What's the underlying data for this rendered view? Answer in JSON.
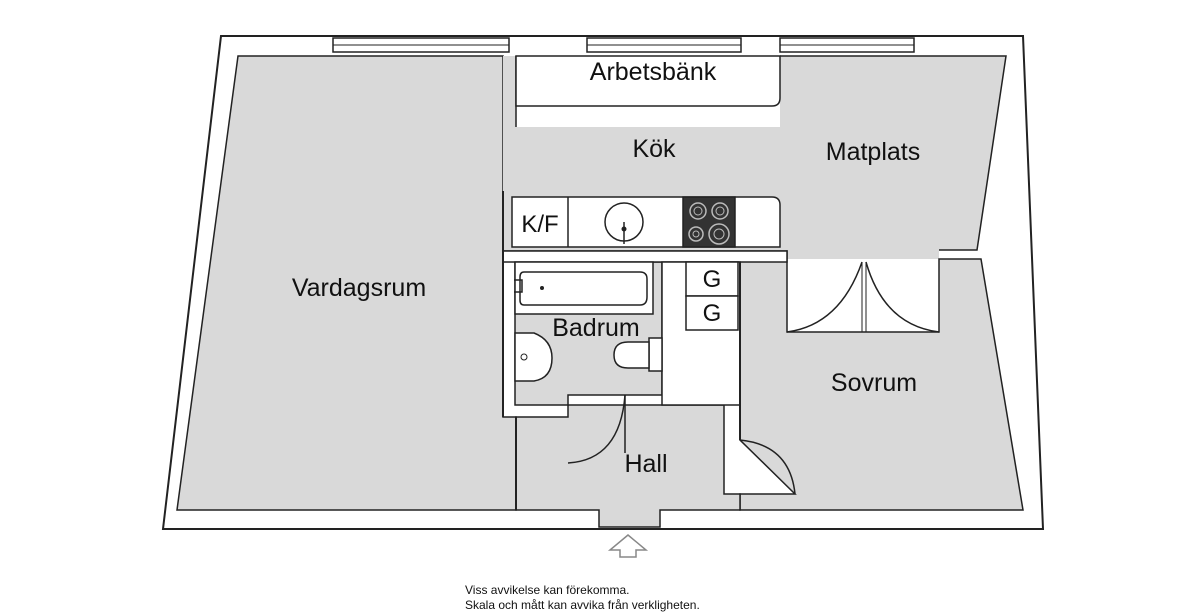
{
  "rooms": {
    "arbetsbank": "Arbetsbänk",
    "kok": "Kök",
    "matplats": "Matplats",
    "vardagsrum": "Vardagsrum",
    "badrum": "Badrum",
    "sovrum": "Sovrum",
    "hall": "Hall"
  },
  "fixtures": {
    "fridge_freezer": "K/F",
    "wardrobe_1": "G",
    "wardrobe_2": "G"
  },
  "notes": {
    "line1": "Viss avvikelse kan förekomma.",
    "line2": "Skala och mått kan avvika från verkligheten."
  },
  "colors": {
    "floor": "#d9d9d9",
    "wall": "#ffffff",
    "outline": "#222222"
  }
}
